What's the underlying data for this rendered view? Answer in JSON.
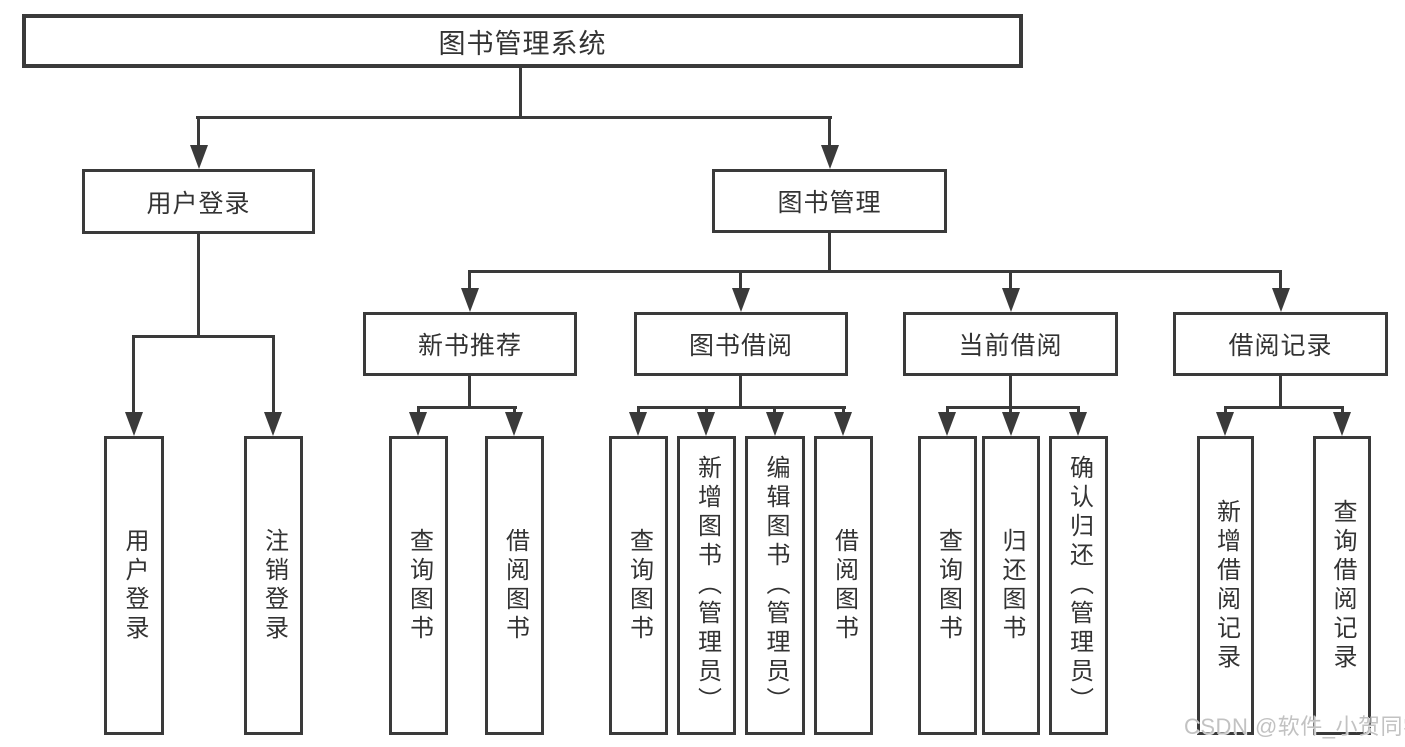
{
  "nodes": {
    "root": {
      "label": "图书管理系统"
    },
    "userLogin": {
      "label": "用户登录"
    },
    "bookMgmt": {
      "label": "图书管理"
    },
    "newBookRec": {
      "label": "新书推荐"
    },
    "bookBorrow": {
      "label": "图书借阅"
    },
    "currentBorrow": {
      "label": "当前借阅"
    },
    "borrowRecord": {
      "label": "借阅记录"
    },
    "ulLogin": {
      "label": "用户登录"
    },
    "ulLogout": {
      "label": "注销登录"
    },
    "nbQuery": {
      "label": "查询图书"
    },
    "nbBorrow": {
      "label": "借阅图书"
    },
    "bbQuery": {
      "label": "查询图书"
    },
    "bbAdd": {
      "label": "新增图书（管理员）"
    },
    "bbEdit": {
      "label": "编辑图书（管理员）"
    },
    "bbBorrow": {
      "label": "借阅图书"
    },
    "cbQuery": {
      "label": "查询图书"
    },
    "cbReturn": {
      "label": "归还图书"
    },
    "cbConfirm": {
      "label": "确认归还（管理员）"
    },
    "brAdd": {
      "label": "新增借阅记录"
    },
    "brQuery": {
      "label": "查询借阅记录"
    }
  },
  "watermark": {
    "text": "CSDN @软件_小贺同学"
  },
  "colors": {
    "line": "#3a3a3a",
    "text": "#333333",
    "watermark": "#c2c2c2",
    "bg": "#ffffff"
  }
}
